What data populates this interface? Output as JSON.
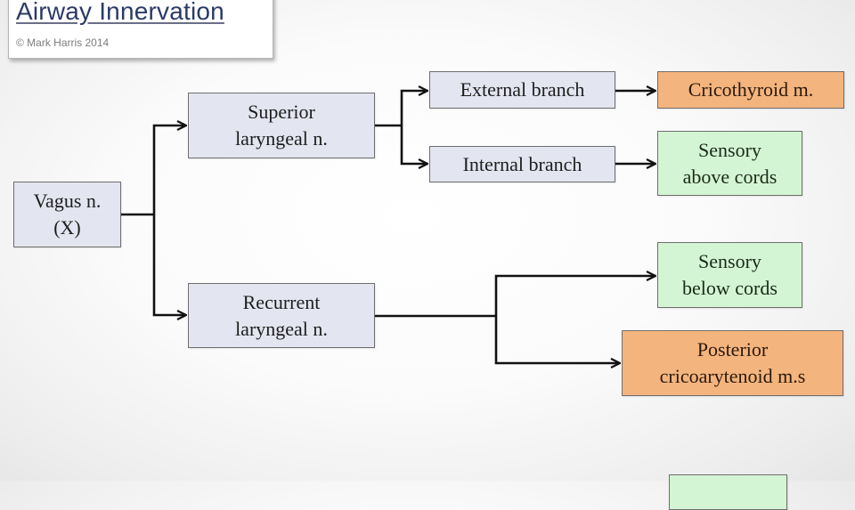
{
  "header": {
    "title": "Airway Innervation",
    "copyright": "© Mark Harris 2014"
  },
  "colors": {
    "nerve_fill": "#e3e5f0",
    "muscle_fill": "#f4b47d",
    "sensory_fill": "#d4f5d3",
    "connector": "#111111",
    "title_text": "#2b3a67"
  },
  "nodes": {
    "vagus": {
      "label": "Vagus n.\n(X)",
      "type": "nerve"
    },
    "superior": {
      "label": "Superior\nlaryngeal n.",
      "type": "nerve"
    },
    "recurrent": {
      "label": "Recurrent\nlaryngeal n.",
      "type": "nerve"
    },
    "external": {
      "label": "External branch",
      "type": "nerve"
    },
    "internal": {
      "label": "Internal branch",
      "type": "nerve"
    },
    "cricothyroid": {
      "label": "Cricothyroid m.",
      "type": "muscle"
    },
    "sensory_above": {
      "label": "Sensory\nabove cords",
      "type": "sensory"
    },
    "sensory_below": {
      "label": "Sensory\nbelow cords",
      "type": "sensory"
    },
    "posterior": {
      "label": "Posterior\ncricoarytenoid m.s",
      "type": "muscle"
    },
    "partial_bottom": {
      "label": "",
      "type": "sensory"
    }
  },
  "edges": [
    {
      "from": "vagus",
      "to": "superior"
    },
    {
      "from": "vagus",
      "to": "recurrent"
    },
    {
      "from": "superior",
      "to": "external"
    },
    {
      "from": "superior",
      "to": "internal"
    },
    {
      "from": "external",
      "to": "cricothyroid"
    },
    {
      "from": "internal",
      "to": "sensory_above"
    },
    {
      "from": "recurrent",
      "to": "sensory_below"
    },
    {
      "from": "recurrent",
      "to": "posterior"
    }
  ]
}
